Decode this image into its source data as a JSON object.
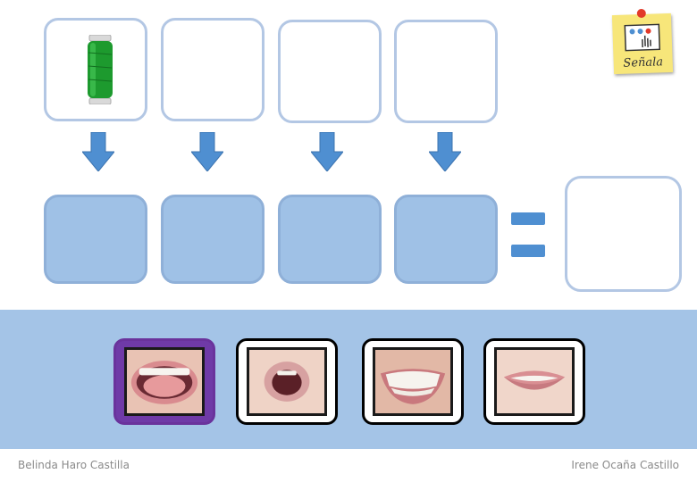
{
  "signal": {
    "label": "Señala"
  },
  "top_slots": [
    {
      "id": 1,
      "content": "thread-spool-icon"
    },
    {
      "id": 2,
      "content": ""
    },
    {
      "id": 3,
      "content": ""
    },
    {
      "id": 4,
      "content": ""
    }
  ],
  "answer_slots": [
    {
      "id": 1
    },
    {
      "id": 2
    },
    {
      "id": 3
    },
    {
      "id": 4
    }
  ],
  "result_slot": {
    "id": "result"
  },
  "options": [
    {
      "name": "mouth-tongue-up",
      "selected": true
    },
    {
      "name": "mouth-open-o",
      "selected": false
    },
    {
      "name": "mouth-smile-teeth",
      "selected": false
    },
    {
      "name": "mouth-smile-closed",
      "selected": false
    }
  ],
  "colors": {
    "slot_border": "#b3c7e4",
    "slot_fill": "#9fc1e6",
    "arrow": "#4f8fd1",
    "band": "#a4c4e7",
    "selected_card": "#6f3aa7"
  },
  "credits": {
    "left": "Belinda Haro Castilla",
    "right": "Irene Ocaña Castillo"
  }
}
